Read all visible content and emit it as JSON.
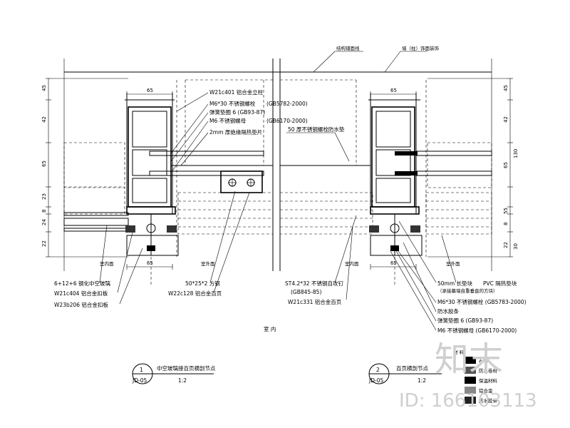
{
  "top_labels": {
    "structure_surface": "结构铺面线",
    "decorative": "墙（柱）饰面装饰"
  },
  "dims_left": [
    "45",
    "42",
    "65",
    "23",
    "8",
    "24",
    "22"
  ],
  "dims_right": [
    "45",
    "42",
    "130",
    "65",
    "55",
    "8",
    "22",
    "30"
  ],
  "dims_horizontal": {
    "left_top": "65",
    "left_bottom": "65",
    "right_top": "65",
    "right_bottom": "65"
  },
  "callouts_left_upper": [
    "W21c401 铝合金立柱",
    "M6*30 不锈钢螺栓",
    "弹簧垫圈 6 (GB93-87)",
    "M6 不锈钢螺母",
    "2mm 厚绝缘隔热垫片"
  ],
  "callouts_left_upper_std": [
    "(GB5782-2000)",
    "(GB6170-2000)"
  ],
  "callout_center_upper": "50 厚不锈钢螺栓防水垫",
  "callouts_left_lower": [
    "6+12+6 钢化中空玻璃",
    "W21c404 铝合金扣板",
    "W23b206 铝合金扣板"
  ],
  "callouts_center_lower": [
    "50*25*2 方钢",
    "W22c128 铝合金百页"
  ],
  "callouts_mid_lower": [
    "ST4.2*32 不锈钢自攻钉",
    "(GB845-85)",
    "W21c331 铝合金百页"
  ],
  "callouts_right_lower": [
    "50mm 长垫块",
    "PVC 隔热垫块",
    "（承接幕墙自重垂直的方块）",
    "M6*30 不锈钢螺栓 (GB5783-2000)",
    "防水胶条",
    "弹簧垫圈 6 (GB93-87)",
    "M6 不锈钢螺母 (GB6170-2000)"
  ],
  "section_label": "室 内",
  "detail1": {
    "number": "1",
    "sheet": "JD-05",
    "title": "中空玻璃接百页横剖节点",
    "scale": "1:2"
  },
  "detail2": {
    "number": "2",
    "sheet": "JD-05",
    "title": "百页横剖节点",
    "scale": "1:2"
  },
  "side_labels": [
    "室内面",
    "室外面",
    "室内面",
    "室外面"
  ],
  "watermark": {
    "brand": "知末",
    "id": "ID: 166103113"
  },
  "legend_items": [
    "材 料",
    "石材",
    "防水卷材",
    "保温材料",
    "铝合金",
    "防水胶条"
  ]
}
